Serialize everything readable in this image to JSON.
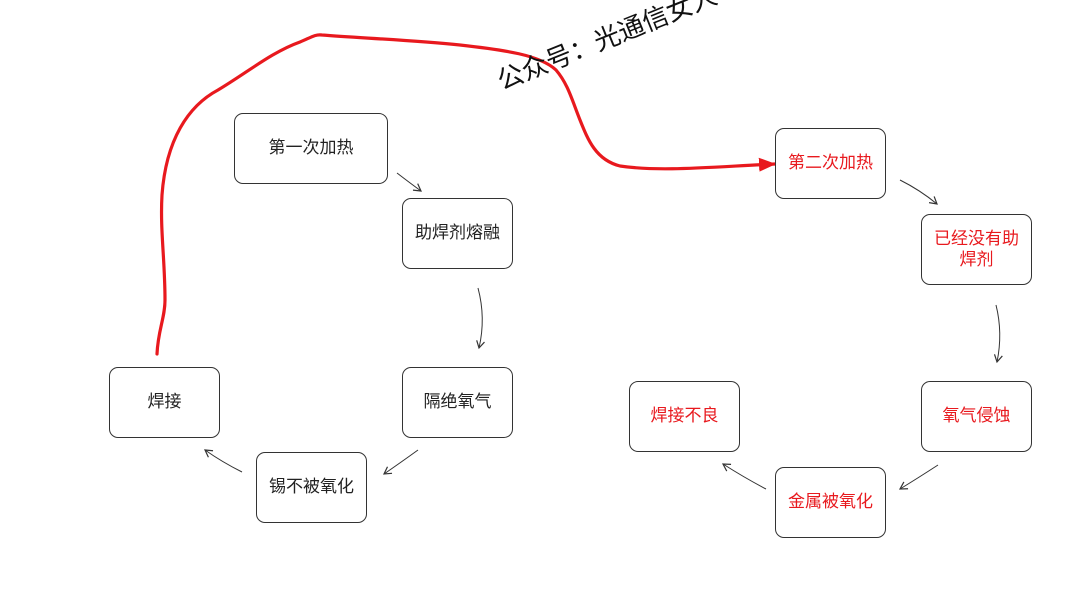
{
  "watermark": "公众号：光通信女人",
  "colors": {
    "normal_text": "#222222",
    "highlight_text": "#e8191e",
    "highlight_curve": "#e8191e",
    "arrow": "#333333"
  },
  "left_cycle": {
    "first_heating": "第一次加热",
    "flux_melts": "助焊剂熔融",
    "isolate_oxygen": "隔绝氧气",
    "tin_not_oxidized": "锡不被氧化",
    "soldering": "焊接"
  },
  "right_cycle": {
    "second_heating": "第二次加热",
    "no_flux": "已经没有助焊剂",
    "oxygen_erosion": "氧气侵蚀",
    "metal_oxidized": "金属被氧化",
    "poor_solder": "焊接不良"
  }
}
